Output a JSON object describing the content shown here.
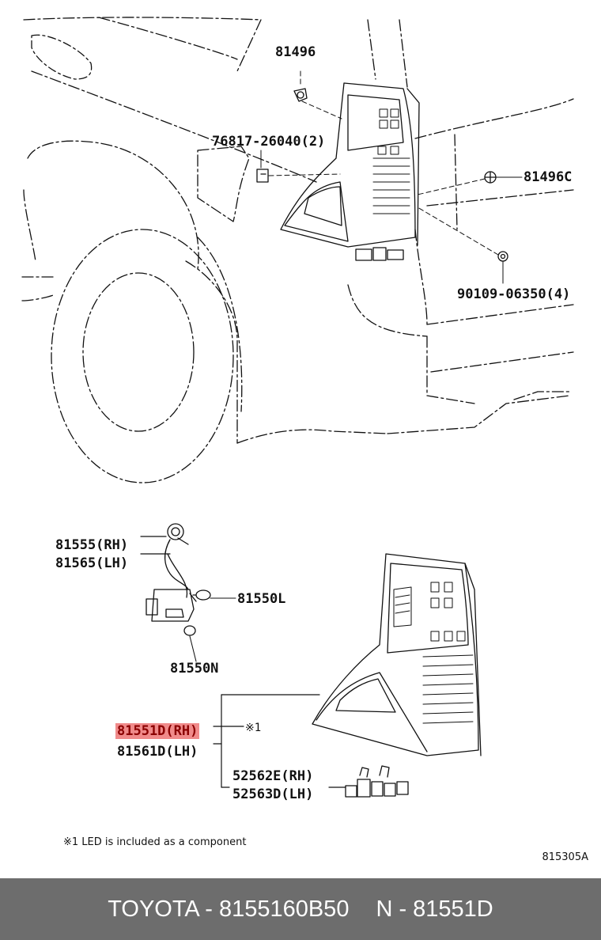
{
  "labels": {
    "p81496": "81496",
    "p76817": "76817-26040(2)",
    "p81496c": "81496C",
    "p90109": "90109-06350(4)",
    "p81555": "81555(RH)",
    "p81565": "81565(LH)",
    "p81550l": "81550L",
    "p81550n": "81550N",
    "p81551d": "81551D(RH)",
    "p81561d": "81561D(LH)",
    "mark1": "※1",
    "p52562e": "52562E(RH)",
    "p52563d": "52563D(LH)"
  },
  "note": "※1 LED is included as a component",
  "figure_code": "815305A",
  "footer": {
    "brand_part": "TOYOTA - 8155160B50",
    "ref": "N - 81551D"
  },
  "colors": {
    "highlight": "#f08a8a",
    "highlight_text": "#8b0000",
    "footer_bg": "#6d6d6d"
  }
}
